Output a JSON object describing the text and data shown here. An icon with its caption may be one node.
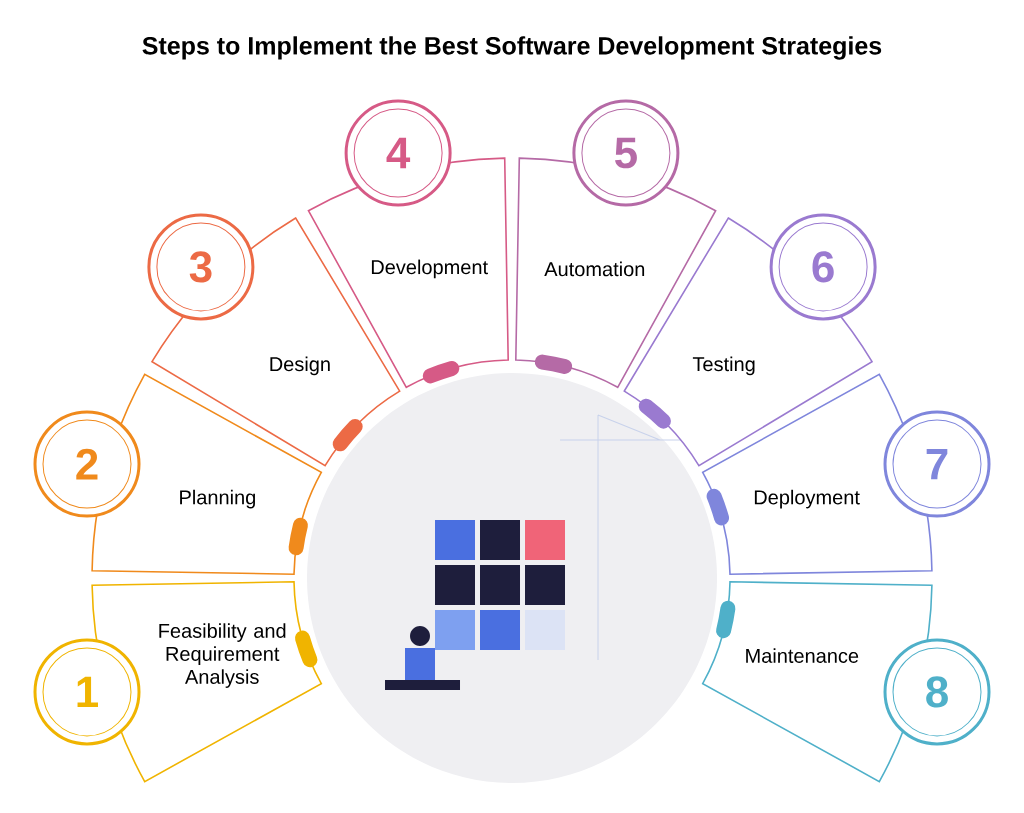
{
  "diagram": {
    "title": "Steps to Implement the Best Software Development Strategies",
    "nodes": [
      {
        "text": [
          "1",
          "Feasibility and Requirement Analysis"
        ]
      },
      {
        "text": [
          "2",
          "Planning"
        ]
      },
      {
        "text": [
          "3",
          "Design"
        ]
      },
      {
        "text": [
          "4",
          "Development"
        ]
      },
      {
        "text": [
          "5",
          "Automation"
        ]
      },
      {
        "text": [
          "6",
          "Testing"
        ]
      },
      {
        "text": [
          "7",
          "Deployment"
        ]
      },
      {
        "text": [
          "8",
          "Maintenance"
        ]
      }
    ]
  }
}
